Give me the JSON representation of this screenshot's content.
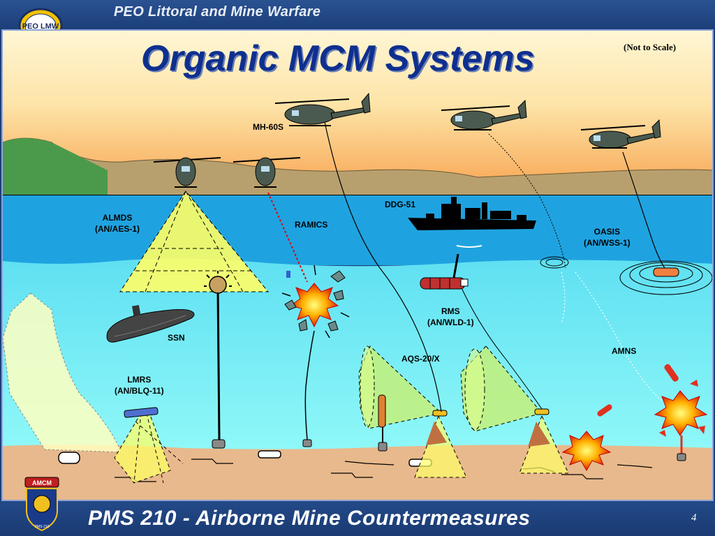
{
  "header": {
    "title": "PEO Littoral and Mine Warfare",
    "logo_text": "PEO LMW"
  },
  "slide": {
    "title": "Organic MCM Systems",
    "note": "(Not to Scale)",
    "number": "4"
  },
  "footer": {
    "title": "PMS 210 - Airborne Mine Countermeasures",
    "badge_text": "AMCM",
    "badge_subtext": "PMS-210"
  },
  "labels": {
    "mh60s": "MH-60S",
    "almds": [
      "ALMDS",
      "(AN/AES-1)"
    ],
    "ramics": "RAMICS",
    "ddg51": "DDG-51",
    "oasis": [
      "OASIS",
      "(AN/WSS-1)"
    ],
    "rms": [
      "RMS",
      "(AN/WLD-1)"
    ],
    "ssn": "SSN",
    "lmrs": [
      "LMRS",
      "(AN/BLQ-11)"
    ],
    "aqs20x": "AQS-20/X",
    "amns": "AMNS"
  },
  "colors": {
    "header_bg": "#1c3f7a",
    "title_blue": "#0f2f8f",
    "sky_top": "#fff4cc",
    "sky_bottom": "#f7a64d",
    "sea_surface": "#1a9bdc",
    "sea_deep": "#6ff0f5",
    "seabed": "#e5b78a",
    "laser_yellow": "#ffff66"
  }
}
